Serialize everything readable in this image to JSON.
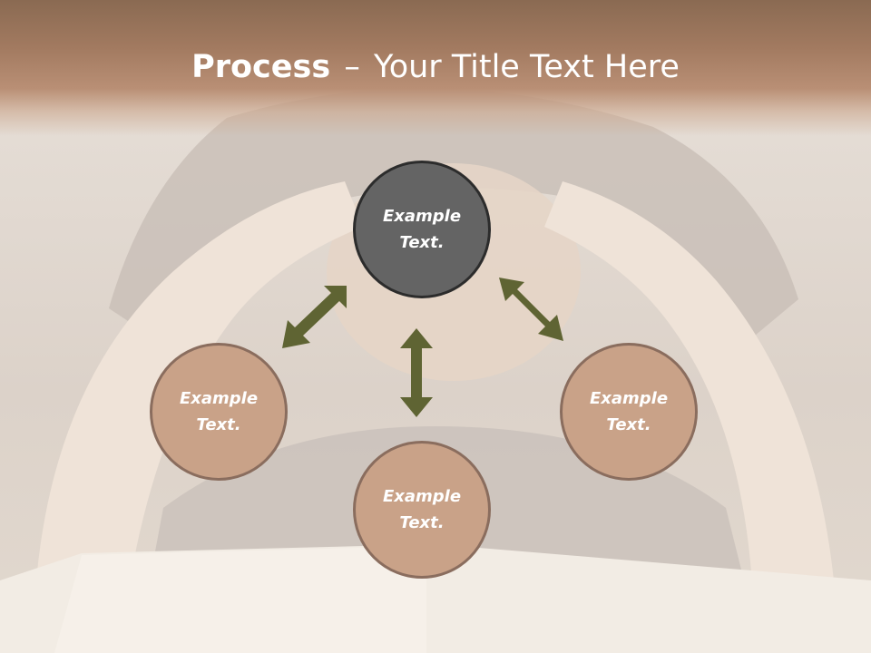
{
  "title": {
    "strong": "Process",
    "separator": "–",
    "rest": "Your Title Text Here"
  },
  "nodes": [
    {
      "id": "top",
      "line1": "Example",
      "line2": "Text."
    },
    {
      "id": "left",
      "line1": "Example",
      "line2": "Text."
    },
    {
      "id": "bottom",
      "line1": "Example",
      "line2": "Text."
    },
    {
      "id": "right",
      "line1": "Example",
      "line2": "Text."
    }
  ],
  "colors": {
    "title_band": "#a27a60",
    "node_dark_fill": "#646464",
    "node_light_fill": "#c9a288",
    "arrow": "#5f6433"
  },
  "arrow_icons": [
    "double-arrow-diagonal-icon",
    "double-arrow-vertical-icon",
    "double-arrow-diagonal-icon"
  ]
}
